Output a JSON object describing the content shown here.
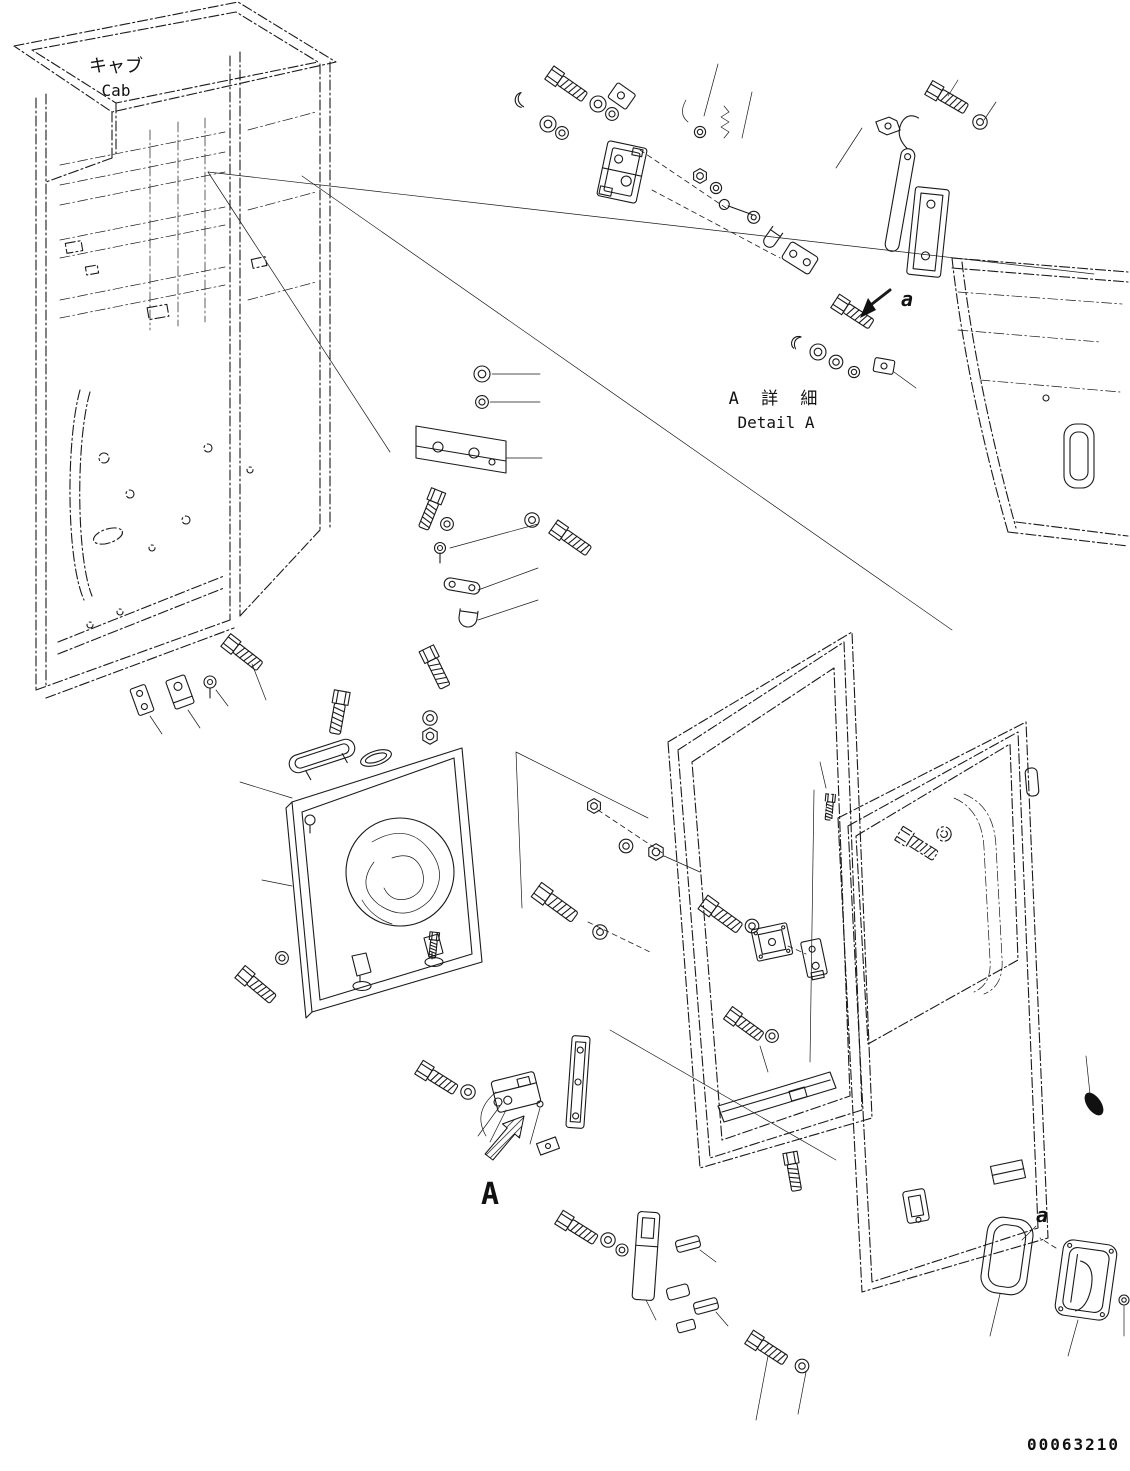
{
  "page": {
    "background": "#ffffff",
    "ink": "#1a1a1a"
  },
  "labels": {
    "cab_jp": "キャブ",
    "cab_en": "Cab",
    "detail_jp": "A 詳 細",
    "detail_en": "Detail A",
    "view_arrow_top": "a",
    "view_arrow_main": "A",
    "view_arrow_bottom": "a",
    "drawing_number": "00063210"
  },
  "icons": {
    "view_arrow_top": "solid-arrow-icon",
    "view_arrow_main": "hatched-arrow-icon"
  }
}
